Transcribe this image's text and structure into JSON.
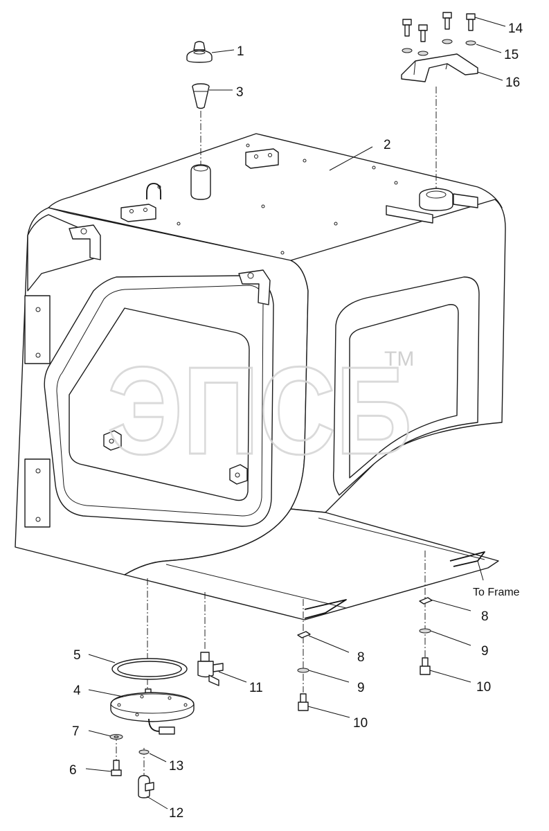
{
  "callouts": {
    "c1": "1",
    "c2": "2",
    "c3": "3",
    "c4": "4",
    "c5": "5",
    "c6": "6",
    "c7": "7",
    "c8a": "8",
    "c8b": "8",
    "c9a": "9",
    "c9b": "9",
    "c10a": "10",
    "c10b": "10",
    "c11": "11",
    "c12": "12",
    "c13": "13",
    "c14": "14",
    "c15": "15",
    "c16": "16"
  },
  "notes": {
    "to_frame": "To Frame"
  },
  "watermark": {
    "text": "ЭПСБ",
    "tm": "TM"
  }
}
